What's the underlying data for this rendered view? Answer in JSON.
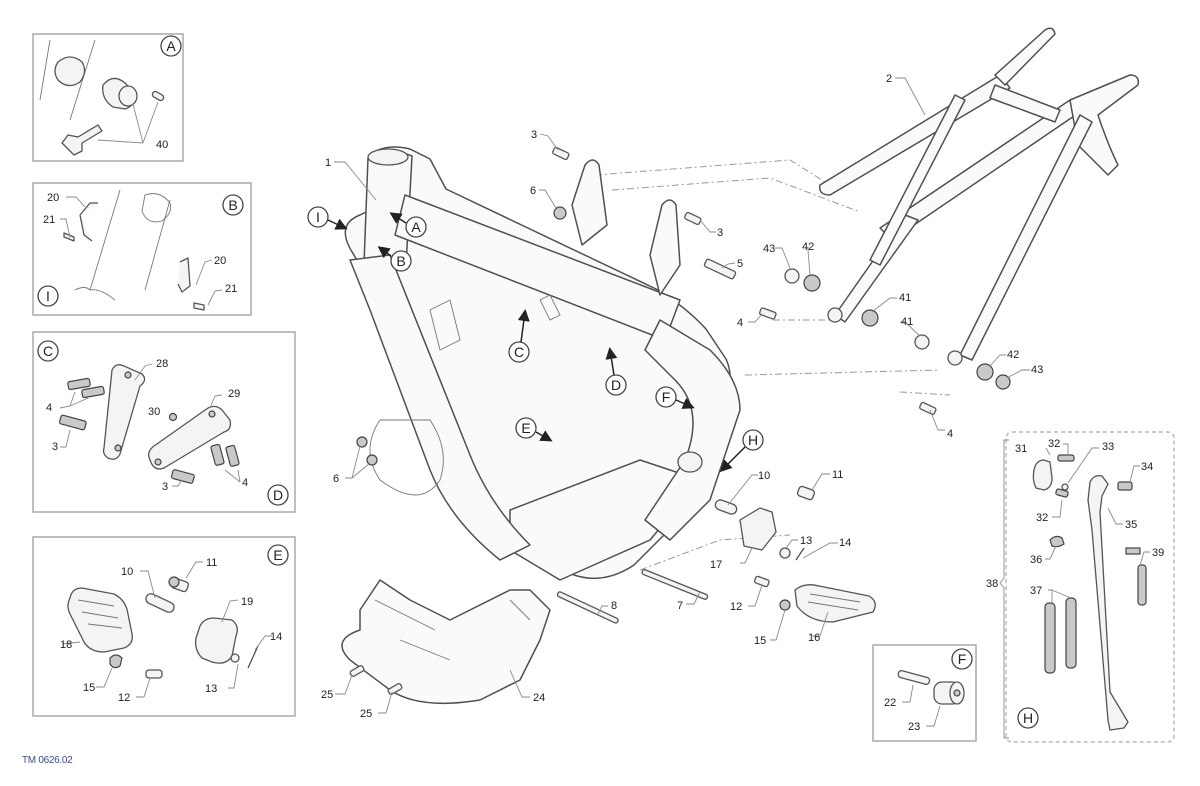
{
  "document": {
    "type": "exploded parts diagram",
    "subject": "motorcycle frame assembly",
    "footer_code": "TM 0626.02"
  },
  "detail_views": {
    "A": {
      "letter": "A",
      "callouts": [
        "40"
      ]
    },
    "B_I": {
      "letters": [
        "B",
        "I"
      ],
      "callouts": [
        "20",
        "21",
        "20",
        "21"
      ]
    },
    "C_D": {
      "letters": [
        "C",
        "D"
      ],
      "callouts": [
        "28",
        "4",
        "3",
        "30",
        "29",
        "3",
        "4"
      ]
    },
    "E": {
      "letter": "E",
      "callouts": [
        "10",
        "11",
        "19",
        "18",
        "14",
        "15",
        "12",
        "13"
      ]
    },
    "F": {
      "letter": "F",
      "callouts": [
        "22",
        "23"
      ]
    },
    "H": {
      "letter": "H",
      "group_label": "38",
      "callouts": [
        "31",
        "32",
        "33",
        "34",
        "32",
        "35",
        "36",
        "39",
        "37"
      ]
    }
  },
  "main_view": {
    "location_letters": [
      "I",
      "A",
      "B",
      "C",
      "D",
      "E",
      "F",
      "H"
    ],
    "callouts": {
      "frame": "1",
      "subframe": "2",
      "bolt_top": "3",
      "bolt_right": "3",
      "nut": "6",
      "bolt_long": "5",
      "bolt_sub_upper": "4",
      "bolt_sub_lower": "4",
      "washer_43a": "43",
      "spacer_42a": "42",
      "bushing_41a": "41",
      "bushing_41b": "41",
      "spacer_42b": "42",
      "washer_43b": "43",
      "nuts_left": "6",
      "axle_7": "7",
      "axle_8": "8",
      "pin_10": "10",
      "bolt_11": "11",
      "bracket_17": "17",
      "washer_13": "13",
      "spring_14": "14",
      "bolt_12": "12",
      "clip_15": "15",
      "footpeg_16": "16",
      "skid_plate": "24",
      "screw_25a": "25",
      "screw_25b": "25"
    }
  }
}
